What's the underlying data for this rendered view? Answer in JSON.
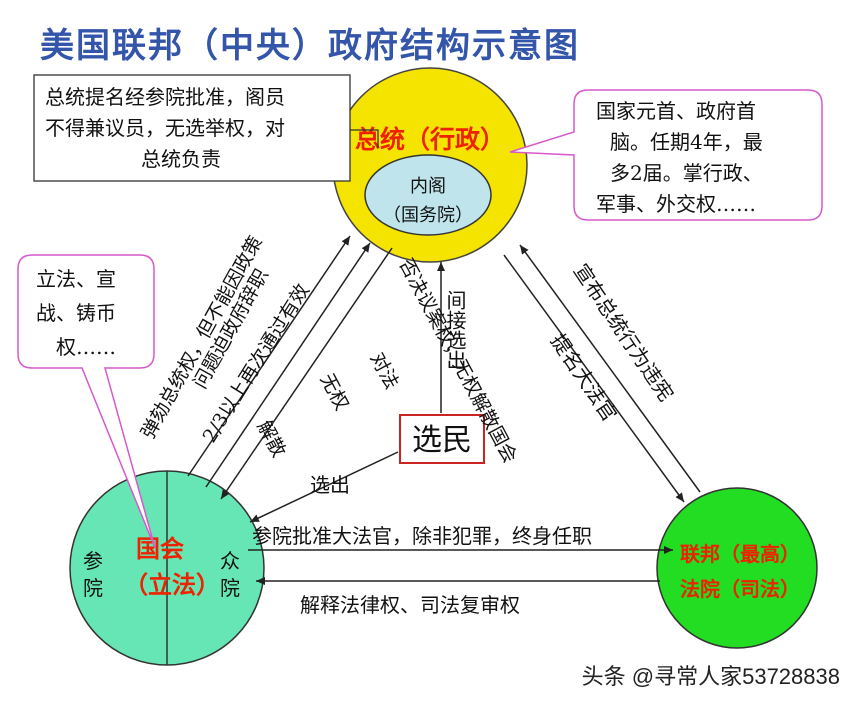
{
  "title": "美国联邦（中央）政府结构示意图",
  "executive": {
    "label": "总统（行政）",
    "cabinet_line1": "内阁",
    "cabinet_line2": "（国务院）"
  },
  "congress": {
    "label_line1": "国会",
    "label_line2": "（立法）",
    "senate": "参院",
    "house": "众院"
  },
  "court": {
    "label_line1": "联邦（最高）",
    "label_line2": "法院（司法）"
  },
  "voters": "选民",
  "notes": {
    "cabinet_box": [
      "总统提名经参院批准，阁员",
      "不得兼议员，无选举权，对",
      "总统负责"
    ],
    "president_callout": [
      "国家元首、政府首",
      "脑。任期4年，最",
      "多2届。掌行政、",
      "军事、外交权……"
    ],
    "congress_callout": [
      "立法、宣",
      "战、铸币",
      "权……"
    ]
  },
  "edges": {
    "impeach": "弹劾总统权，但不能因政策",
    "no_force_resign": "问题迫政府辞职",
    "override": "2/3以上再次通过有效",
    "veto": "否决议案权，无权解散国会",
    "veto_b": "对法",
    "veto_c": "无权",
    "no_dissolve": "解散",
    "indirect": "间接选出",
    "elect": "选出",
    "declare_unconst": "宣布总统行为违宪",
    "nominate_judges": "提名大法官",
    "senate_approve": "参院批准大法官，除非犯罪，终身任职",
    "interpret": "解释法律权、司法复审权"
  },
  "watermark": "头条 @寻常人家53728838",
  "colors": {
    "title": "#3355aa",
    "president": "#f5e400",
    "cabinet": "#bfe4ec",
    "congress": "#66e6b4",
    "court": "#22dd22",
    "label": "#ee2200",
    "callout_border": "#d65acb"
  }
}
